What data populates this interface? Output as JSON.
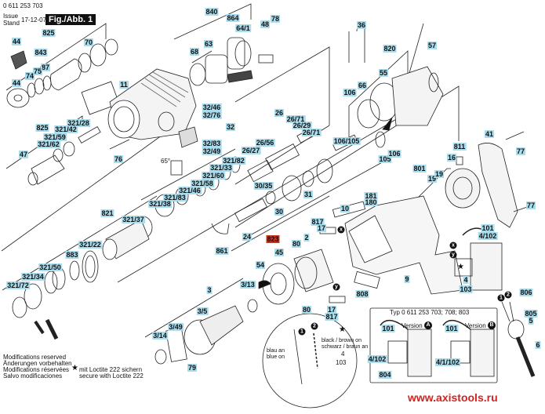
{
  "header": {
    "part_number": "0 611 253 703",
    "issue_label": "Issue",
    "stand_label": "Stand",
    "date": "17-12-07",
    "figure": "Fig./Abb. 1"
  },
  "callouts": [
    "825",
    "44",
    "843",
    "70",
    "87",
    "75",
    "74",
    "44",
    "11",
    "840",
    "864",
    "64/1",
    "63",
    "68",
    "48",
    "78",
    "32/46",
    "32/76",
    "32",
    "32/83",
    "32/49",
    "825",
    "321/28",
    "321/42",
    "321/59",
    "321/62",
    "47",
    "76",
    "321/82",
    "321/33",
    "321/60",
    "321/58",
    "321/46",
    "321/83",
    "321/38",
    "26/27",
    "26/56",
    "26",
    "26/71",
    "26/29",
    "26/71",
    "30/35",
    "31",
    "30",
    "24",
    "861",
    "821",
    "321/37",
    "321/22",
    "883",
    "321/50",
    "321/34",
    "321/72",
    "54",
    "3",
    "3/13",
    "3/5",
    "3/49",
    "3/14",
    "79",
    "36",
    "820",
    "57",
    "55",
    "66",
    "106",
    "106/105",
    "105",
    "106",
    "41",
    "77",
    "811",
    "16",
    "801",
    "19",
    "19",
    "181",
    "180",
    "77",
    "10",
    "817",
    "17",
    "2",
    "80",
    "45",
    "101",
    "4/102",
    "4",
    "103",
    "9",
    "808",
    "80",
    "17",
    "817",
    "806",
    "805",
    "5",
    "6",
    "101",
    "101",
    "4/102",
    "804",
    "4/1/102"
  ],
  "highlighted_callout": "823",
  "angle_label": "65°",
  "markers": {
    "x": "x",
    "y": "y",
    "one": "1",
    "two": "2"
  },
  "inset": {
    "title": "Typ 0 611 253 703; 708; 803",
    "version_a": "Version",
    "version_a_badge": "A",
    "version_b": "Version",
    "version_b_badge": "B"
  },
  "wiring_detail": {
    "black_brown": "black / brown on",
    "schwarz_braun": "schwarz / braun an",
    "blau_an": "blau an",
    "blue_on": "blue on",
    "part4": "4",
    "part103": "103"
  },
  "notes": {
    "mod_en": "Modifications reserved",
    "mod_de": "Änderungen vorbehalten",
    "mod_fr": "Modifications réservées",
    "mod_es": "Salvo modificaciones",
    "loctite_de": "mit Loctite 222 sichern",
    "loctite_en": "secure with Loctite 222",
    "star": "★"
  },
  "watermark": "www.axistools.ru",
  "colors": {
    "callout_bg": "#a9dcec",
    "highlight": "#c8361e",
    "watermark": "#d2231f"
  }
}
